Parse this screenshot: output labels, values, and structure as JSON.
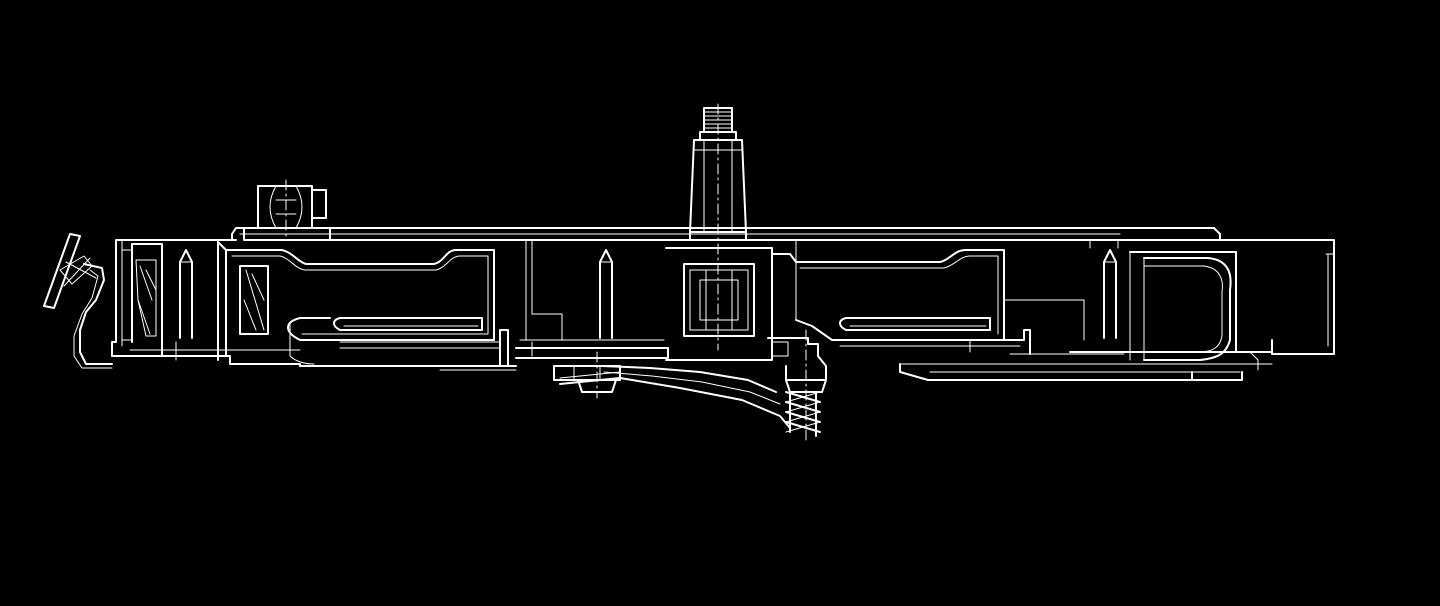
{
  "drawing": {
    "background_color": "#000000",
    "line_color": "#ffffff",
    "parts": [
      "main-frame",
      "threaded-post",
      "top-clamp-block",
      "left-latch",
      "left-slotted-arm",
      "right-slotted-arm",
      "center-window",
      "right-window",
      "center-leaf-spring",
      "coil-spring",
      "bottom-screw",
      "guide-pins"
    ]
  }
}
